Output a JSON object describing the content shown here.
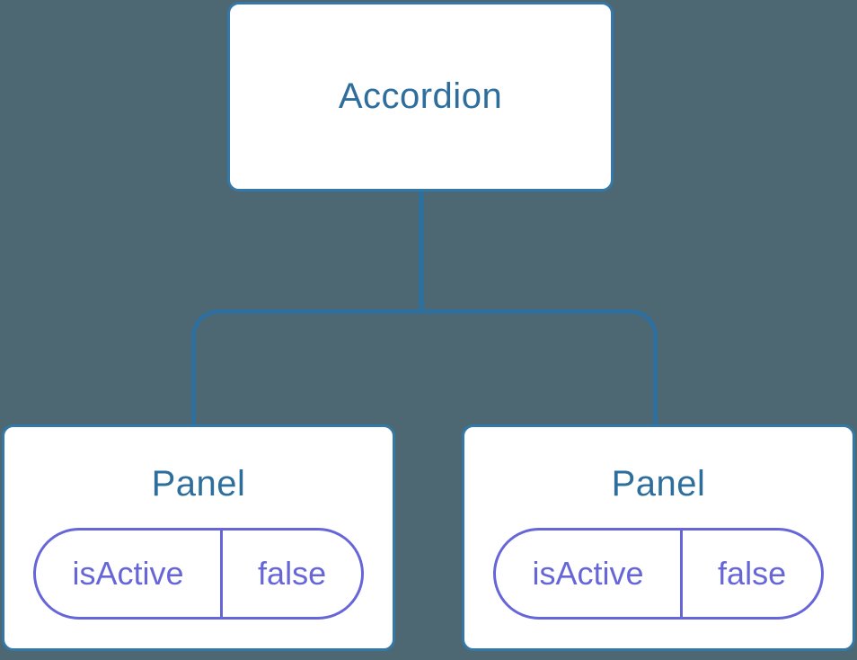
{
  "tree": {
    "root": {
      "label": "Accordion"
    },
    "children": [
      {
        "label": "Panel",
        "state": {
          "key": "isActive",
          "value": "false"
        }
      },
      {
        "label": "Panel",
        "state": {
          "key": "isActive",
          "value": "false"
        }
      }
    ]
  },
  "colors": {
    "background": "#4D6872",
    "node_border": "#3478A8",
    "node_fill": "#FFFFFF",
    "node_text": "#2E6E9D",
    "connector": "#2E6F9E",
    "state_accent": "#6666D8"
  }
}
